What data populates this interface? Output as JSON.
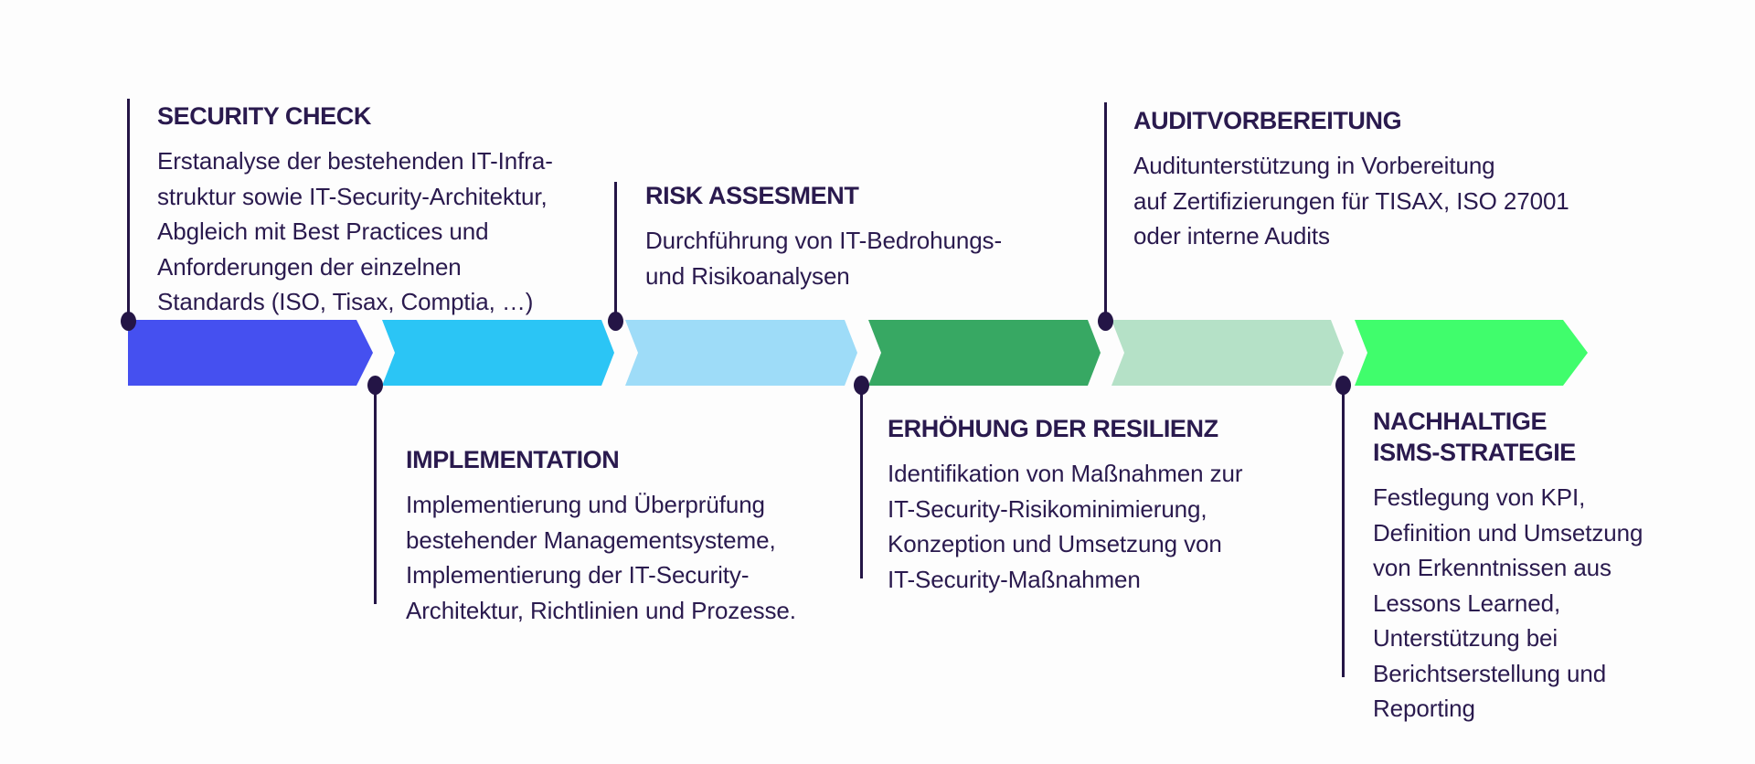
{
  "diagram": {
    "type": "process-timeline",
    "background": "#FDFDFD",
    "text_color": "#2A1A4E",
    "connector_color": "#241546",
    "stages": [
      {
        "title": "SECURITY CHECK",
        "label_position": "above",
        "color": "#4550F0",
        "body": "Erstanalyse der bestehenden IT-Infra-\nstruktur sowie IT-Security-Architektur,\nAbgleich mit Best Practices und\nAnforderungen der einzelnen\nStandards (ISO, Tisax, Comptia, …)"
      },
      {
        "title": "IMPLEMENTATION",
        "label_position": "below",
        "color": "#2BC5F5",
        "body": "Implementierung und Überprüfung\nbestehender Managementsysteme,\nImplementierung der IT-Security-\nArchitektur, Richtlinien und Prozesse."
      },
      {
        "title": "RISK ASSESMENT",
        "label_position": "above",
        "color": "#9EDCF8",
        "body": "Durchführung von IT-Bedrohungs-\nund Risikoanalysen"
      },
      {
        "title": "ERHÖHUNG DER RESILIENZ",
        "label_position": "below",
        "color": "#37A863",
        "body": "Identifikation von Maßnahmen zur\nIT-Security-Risikominimierung,\nKonzeption und Umsetzung von\nIT-Security-Maßnahmen"
      },
      {
        "title": "AUDITVORBEREITUNG",
        "label_position": "above",
        "color": "#B5E1C7",
        "body": "Auditunterstützung in Vorbereitung\nauf Zertifizierungen für TISAX, ISO 27001\noder interne Audits"
      },
      {
        "title": "NACHHALTIGE\nISMS-STRATEGIE",
        "label_position": "below",
        "color": "#40FD6C",
        "body": "Festlegung von KPI,\nDefinition und Umsetzung\nvon Erkenntnissen aus\nLessons Learned,\nUnterstützung bei\nBerichtserstellung und\nReporting"
      }
    ]
  }
}
